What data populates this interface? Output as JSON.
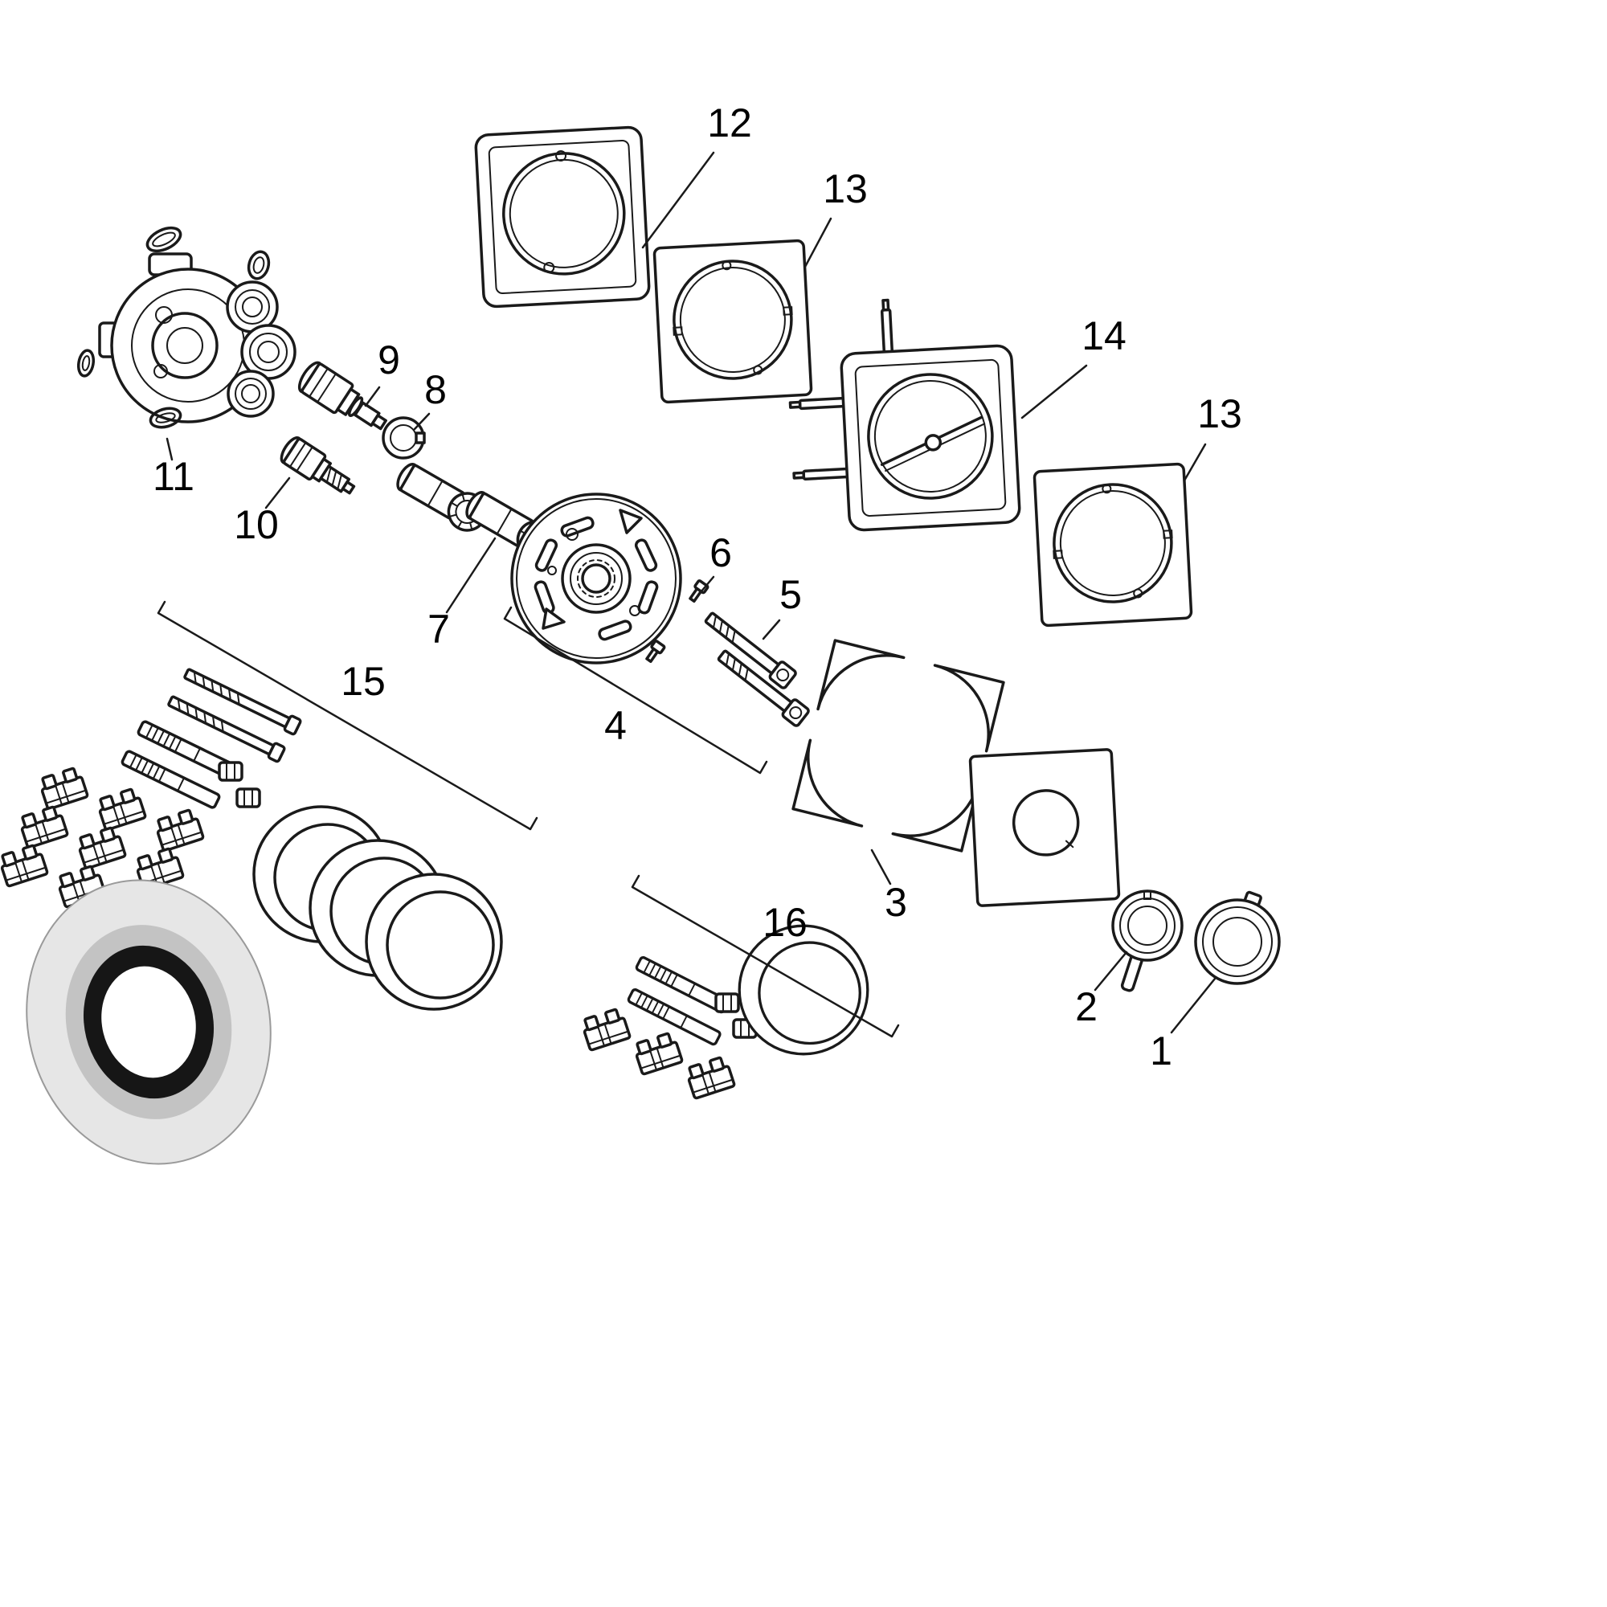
{
  "diagram": {
    "type": "exploded-parts-diagram",
    "background_color": "#ffffff",
    "line_color": "#1a1a1a",
    "callouts": [
      {
        "label": "1"
      },
      {
        "label": "2"
      },
      {
        "label": "3"
      },
      {
        "label": "4"
      },
      {
        "label": "5"
      },
      {
        "label": "6"
      },
      {
        "label": "7"
      },
      {
        "label": "8"
      },
      {
        "label": "9"
      },
      {
        "label": "10"
      },
      {
        "label": "11"
      },
      {
        "label": "12"
      },
      {
        "label": "13"
      },
      {
        "label": "13"
      },
      {
        "label": "14"
      },
      {
        "label": "15"
      },
      {
        "label": "16"
      }
    ],
    "colors": {
      "escutcheon_outer": "#e6e6e6",
      "escutcheon_mid": "#c3c3c3",
      "escutcheon_ring": "#161616",
      "escutcheon_hole": "#ffffff"
    }
  }
}
